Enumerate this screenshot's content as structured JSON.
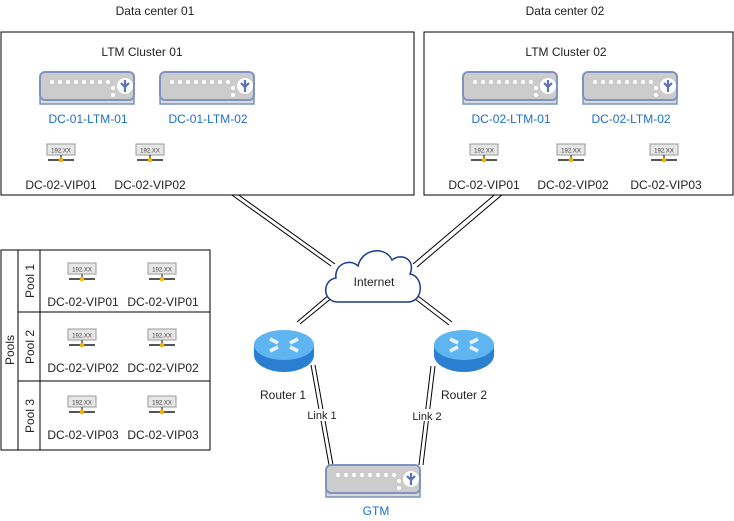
{
  "datacenters": [
    {
      "title": "Data center 01",
      "cluster": "LTM Cluster 01",
      "ltms": [
        "DC-01-LTM-01",
        "DC-01-LTM-02"
      ],
      "vips": [
        "DC-02-VIP01",
        "DC-02-VIP02"
      ]
    },
    {
      "title": "Data center 02",
      "cluster": "LTM Cluster 02",
      "ltms": [
        "DC-02-LTM-01",
        "DC-02-LTM-02"
      ],
      "vips": [
        "DC-02-VIP01",
        "DC-02-VIP02",
        "DC-02-VIP03"
      ]
    }
  ],
  "internet": "Internet",
  "routers": [
    "Router 1",
    "Router 2"
  ],
  "links": [
    "Link 1",
    "Link 2"
  ],
  "gtm": "GTM",
  "pools": {
    "title": "Pools",
    "rows": [
      {
        "name": "Pool 1",
        "vips": [
          "DC-02-VIP01",
          "DC-02-VIP01"
        ]
      },
      {
        "name": "Pool 2",
        "vips": [
          "DC-02-VIP02",
          "DC-02-VIP02"
        ]
      },
      {
        "name": "Pool 3",
        "vips": [
          "DC-02-VIP03",
          "DC-02-VIP03"
        ]
      }
    ]
  },
  "vip_icon_text": "192.XX",
  "colors": {
    "device_label": "#1c6fcb",
    "device_fill": "#cccccc",
    "device_stroke": "#7f93c2",
    "router": "#3a9ee6",
    "cloud_stroke": "#1a3c8f"
  }
}
